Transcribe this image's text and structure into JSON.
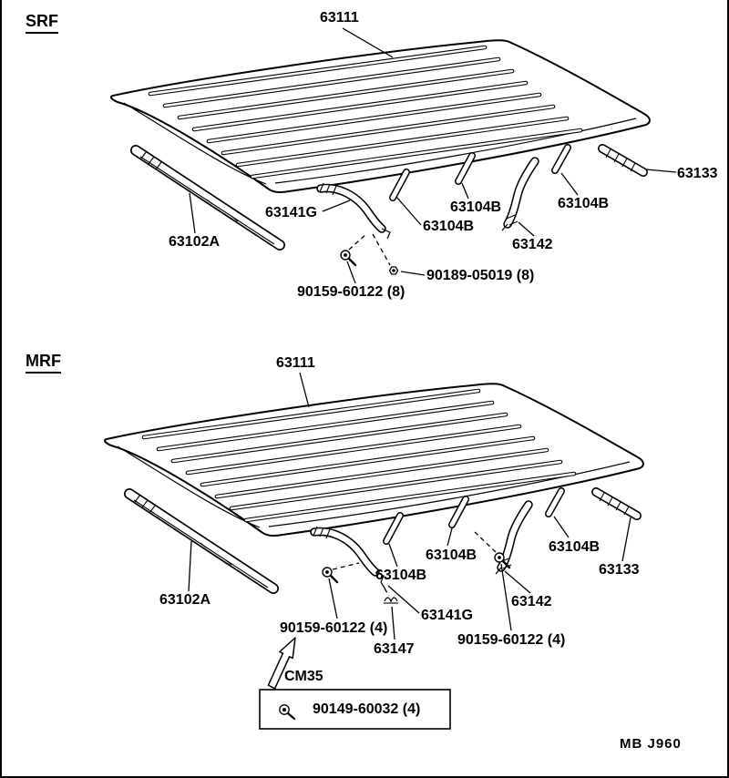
{
  "sections": {
    "srf": {
      "heading": "SRF",
      "labels": {
        "p63111": "63111",
        "p63133": "63133",
        "p63141g": "63141G",
        "p63104b_1": "63104B",
        "p63104b_2": "63104B",
        "p63104b_3": "63104B",
        "p63102a": "63102A",
        "p63142": "63142",
        "p90189": "90189-05019 (8)",
        "p90159": "90159-60122 (8)"
      }
    },
    "mrf": {
      "heading": "MRF",
      "labels": {
        "p63111": "63111",
        "p63104b_1": "63104B",
        "p63104b_2": "63104B",
        "p63104b_3": "63104B",
        "p63133": "63133",
        "p63102a": "63102A",
        "p63141g": "63141G",
        "p63142": "63142",
        "p63147": "63147",
        "p90159_1": "90159-60122 (4)",
        "p90159_2": "90159-60122 (4)",
        "cm35": "CM35",
        "boxed_part": "90149-60032 (4)"
      }
    }
  },
  "footer": {
    "code": "MB J960"
  }
}
